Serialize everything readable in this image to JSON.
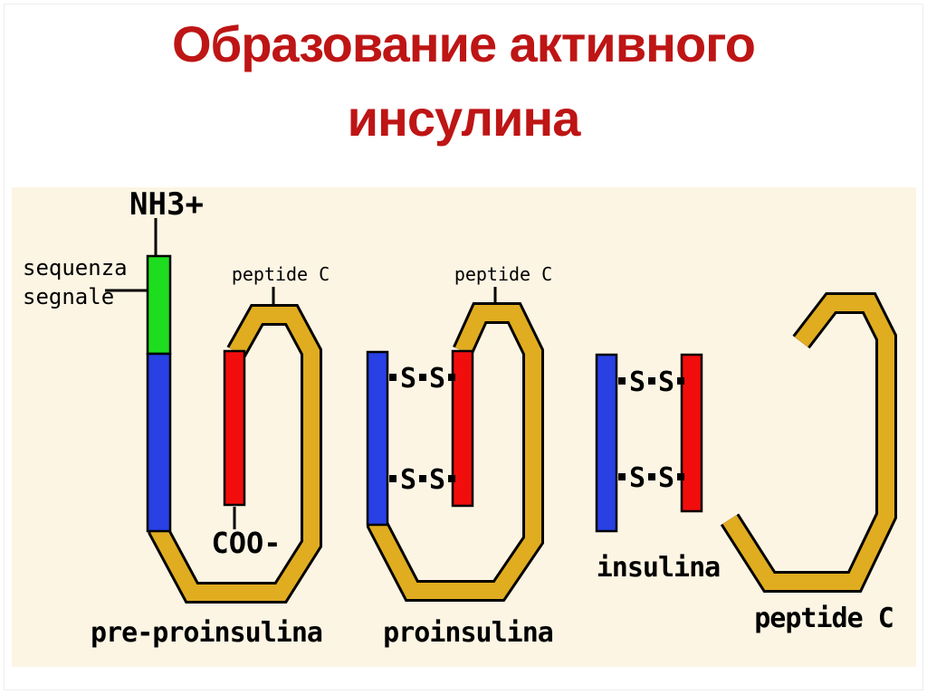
{
  "slide": {
    "title_line1": "Образование активного",
    "title_line2": "инсулина"
  },
  "colors": {
    "title_red": "#be1515",
    "label_red": "#ea0c0c",
    "gold": "#e0ac20",
    "blue": "#2840e4",
    "green": "#1edd1e",
    "red": "#f20d0d",
    "panel_bg": "#fcf5e4",
    "outline": "#000000"
  },
  "diagram": {
    "stage1": {
      "nh3_label": "NH3+",
      "signal_label_line1": "sequenza",
      "signal_label_line2": "segnale",
      "peptide_c_label": "peptide C",
      "coo_label": "COO-",
      "name_label": "pre-proinsulina"
    },
    "stage2": {
      "peptide_c_label": "peptide C",
      "s_label": "S",
      "name_label": "proinsulina"
    },
    "stage3": {
      "s_label": "S",
      "name_label": "insulina"
    },
    "stage4": {
      "name_label": "peptide C"
    }
  }
}
